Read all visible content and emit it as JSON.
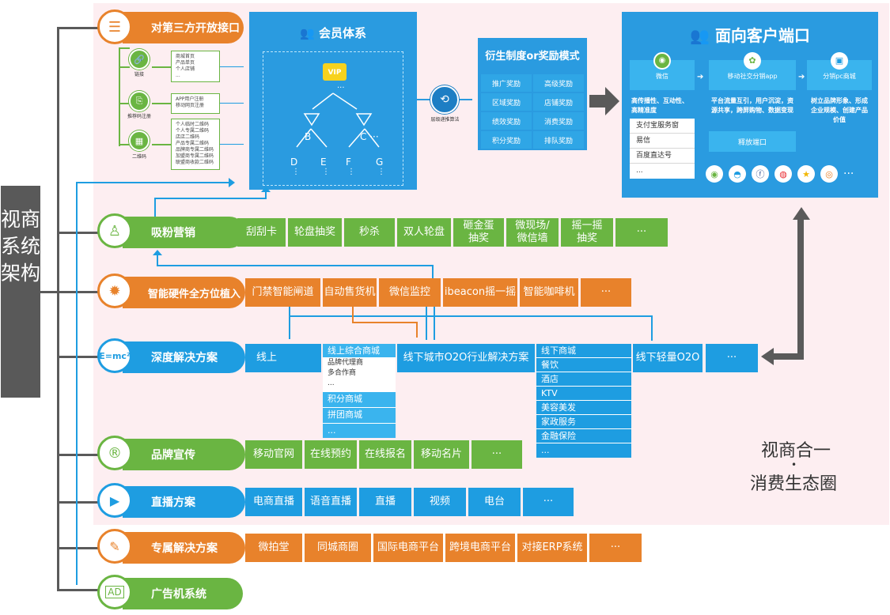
{
  "side_title": "视商系统架构",
  "ecosystem": {
    "line1": "视商合一",
    "dot": "•",
    "line2": "消费生态圈"
  },
  "rows": {
    "open_api": {
      "title": "对第三方开放接口",
      "color": "#e8822b"
    },
    "fans": {
      "title": "吸粉营销",
      "color": "#6ab542",
      "items": [
        "刮刮卡",
        "轮盘抽奖",
        "秒杀",
        "双人轮盘",
        "砸金蛋\n抽奖",
        "微现场/\n微信墙",
        "摇一摇\n抽奖",
        "···"
      ]
    },
    "hardware": {
      "title": "智能硬件全方位植入",
      "color": "#e8822b",
      "items": [
        "门禁智能闸道",
        "自动售货机",
        "微信监控",
        "ibeacon摇一摇",
        "智能咖啡机",
        "···"
      ]
    },
    "deep": {
      "title": "深度解决方案",
      "color": "#1e9de1"
    },
    "brand": {
      "title": "品牌宣传",
      "color": "#6ab542",
      "items": [
        "移动官网",
        "在线预约",
        "在线报名",
        "移动名片",
        "···"
      ]
    },
    "live": {
      "title": "直播方案",
      "color": "#1e9de1",
      "items": [
        "电商直播",
        "语音直播",
        "直播",
        "视频",
        "电台",
        "···"
      ]
    },
    "exclusive": {
      "title": "专属解决方案",
      "color": "#e8822b",
      "items": [
        "微拍堂",
        "同城商圈",
        "国际电商平台",
        "跨境电商平台",
        "对接ERP系统",
        "···"
      ]
    },
    "ad": {
      "title": "广告机系统",
      "color": "#6ab542",
      "icon_text": "AD"
    }
  },
  "open_api_sub": {
    "link": {
      "label": "链接",
      "items": [
        "商城首页",
        "产品单页",
        "个人店铺",
        "..."
      ]
    },
    "register": {
      "label": "推荐码注册",
      "items": [
        "APP用户注册",
        "移动网页注册"
      ]
    },
    "qrcode": {
      "label": "二维码",
      "items": [
        "个人临时二维码",
        "个人专属二维码",
        "店店二维码",
        "产品专属二维码",
        "品牌商专属二维码",
        "加盟商专属二维码",
        "联盟商收款二维码"
      ]
    }
  },
  "member": {
    "title": "会员体系",
    "vip": "VIP",
    "dots": "···",
    "level2": [
      "B",
      "C ···"
    ],
    "level3": [
      "D",
      "E",
      "F",
      "G"
    ],
    "level3_dots": "⋮"
  },
  "algo": {
    "label": "层级递推算法"
  },
  "reward": {
    "title": "衍生制度or奖励模式",
    "cells": [
      [
        "推广奖励",
        "高级奖励"
      ],
      [
        "区域奖励",
        "店铺奖励"
      ],
      [
        "绩效奖励",
        "消费奖励"
      ],
      [
        "积分奖励",
        "排队奖励"
      ]
    ]
  },
  "client": {
    "title": "面向客户端口",
    "wechat": {
      "label": "微信",
      "desc": "高传播性、互动性、高精准度",
      "list": [
        "支付宝服务窗",
        "易信",
        "百度直达号",
        "..."
      ]
    },
    "app": {
      "label": "移动社交分销app",
      "desc": "平台流量互引，用户沉淀，资源共享，跨屏购物、数据变现",
      "release": "释放端口"
    },
    "pc": {
      "label": "分销pc商城",
      "desc": "树立品牌形象、形成企业规模、创建产品价值"
    },
    "more": "···"
  },
  "deep_items": {
    "online": "线上",
    "online_list": {
      "head": "线上综合商城",
      "items": [
        "品牌代理商",
        "多合作商",
        "..."
      ],
      "extra": [
        "积分商城",
        "拼团商城",
        "..."
      ]
    },
    "o2o": "线下城市O2O行业解决方案",
    "offline_list": [
      "线下商城",
      "餐饮",
      "酒店",
      "KTV",
      "美容美发",
      "家政服务",
      "金融保险",
      "..."
    ],
    "light": "线下轻量O2O",
    "more": "···"
  },
  "icons": {
    "open_api": "sliders-icon",
    "fans": "add-user-icon",
    "hardware": "lightbulb-icon",
    "deep": "formula-board-icon",
    "brand": "registered-icon",
    "live": "video-camera-icon",
    "exclusive": "edit-board-icon",
    "ad": "ad-icon"
  }
}
